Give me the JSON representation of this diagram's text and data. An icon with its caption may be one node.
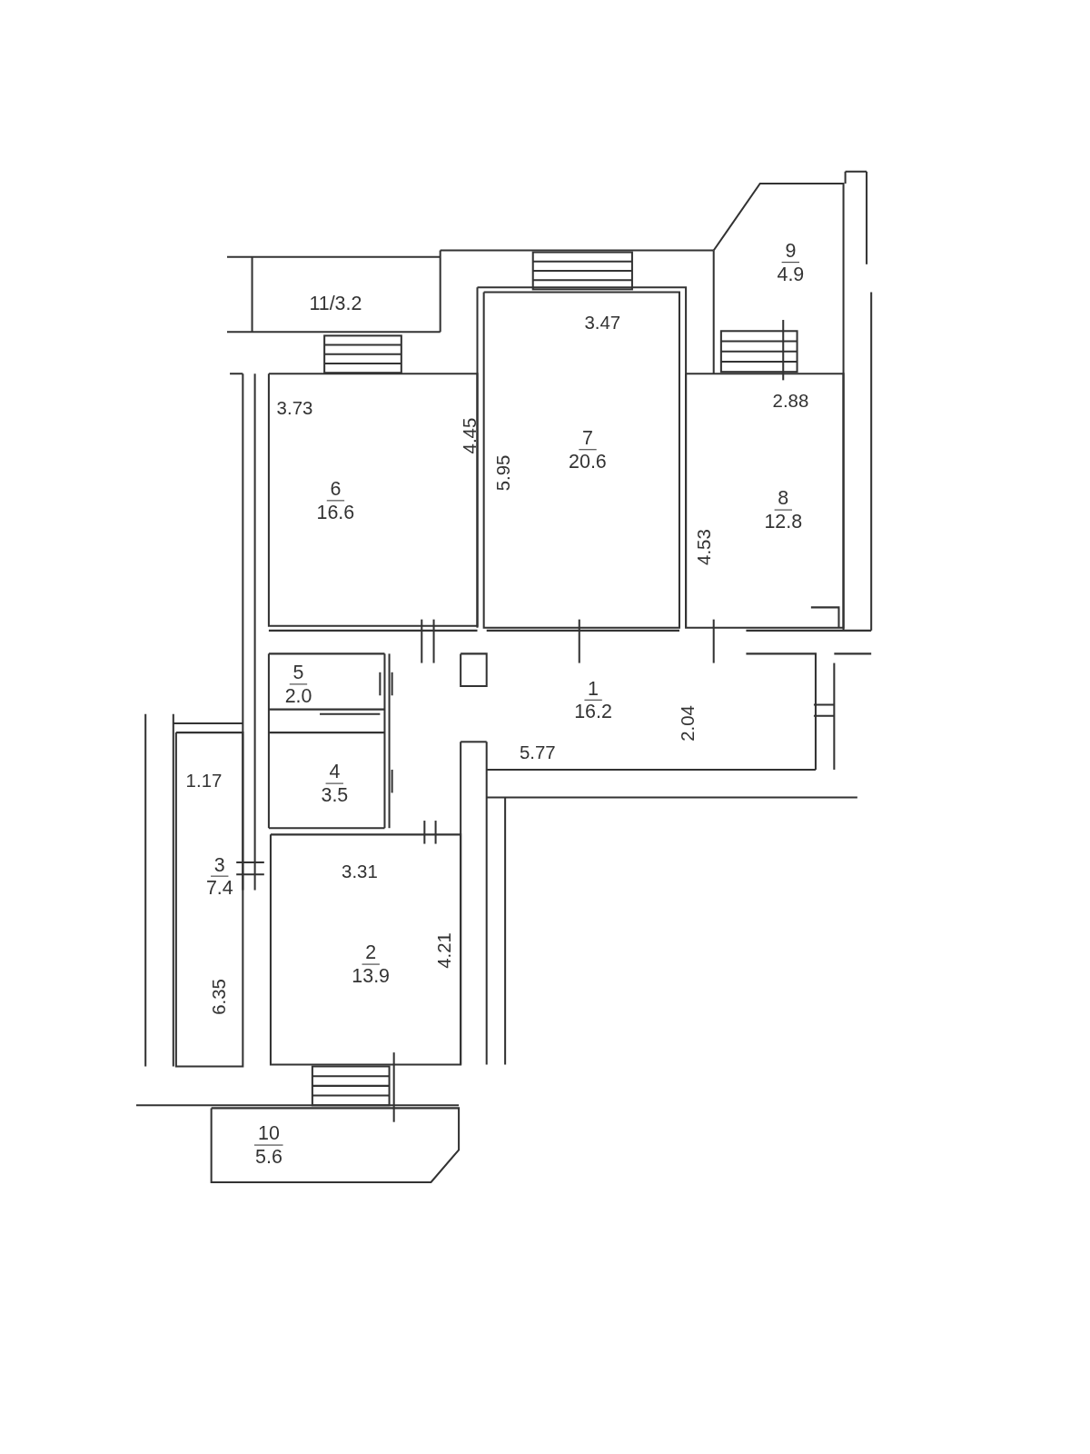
{
  "diagram": {
    "nodes": [
      {
        "text": [
          "9",
          "4.9"
        ]
      },
      {
        "text": [
          "11/3.2"
        ]
      },
      {
        "text": [
          "7",
          "20.6"
        ]
      },
      {
        "text": [
          "6",
          "16.6"
        ]
      },
      {
        "text": [
          "8",
          "12.8"
        ]
      },
      {
        "text": [
          "5",
          "2.0"
        ]
      },
      {
        "text": [
          "1",
          "16.2"
        ]
      },
      {
        "text": [
          "4",
          "3.5"
        ]
      },
      {
        "text": [
          "3",
          "7.4"
        ]
      },
      {
        "text": [
          "2",
          "13.9"
        ]
      },
      {
        "text": [
          "10",
          "5.6"
        ]
      }
    ],
    "labels": [
      "3.47",
      "3.73",
      "2.88",
      "4.45",
      "5.95",
      "4.53",
      "2.04",
      "5.77",
      "1.17",
      "3.31",
      "4.21",
      "6.35"
    ]
  }
}
